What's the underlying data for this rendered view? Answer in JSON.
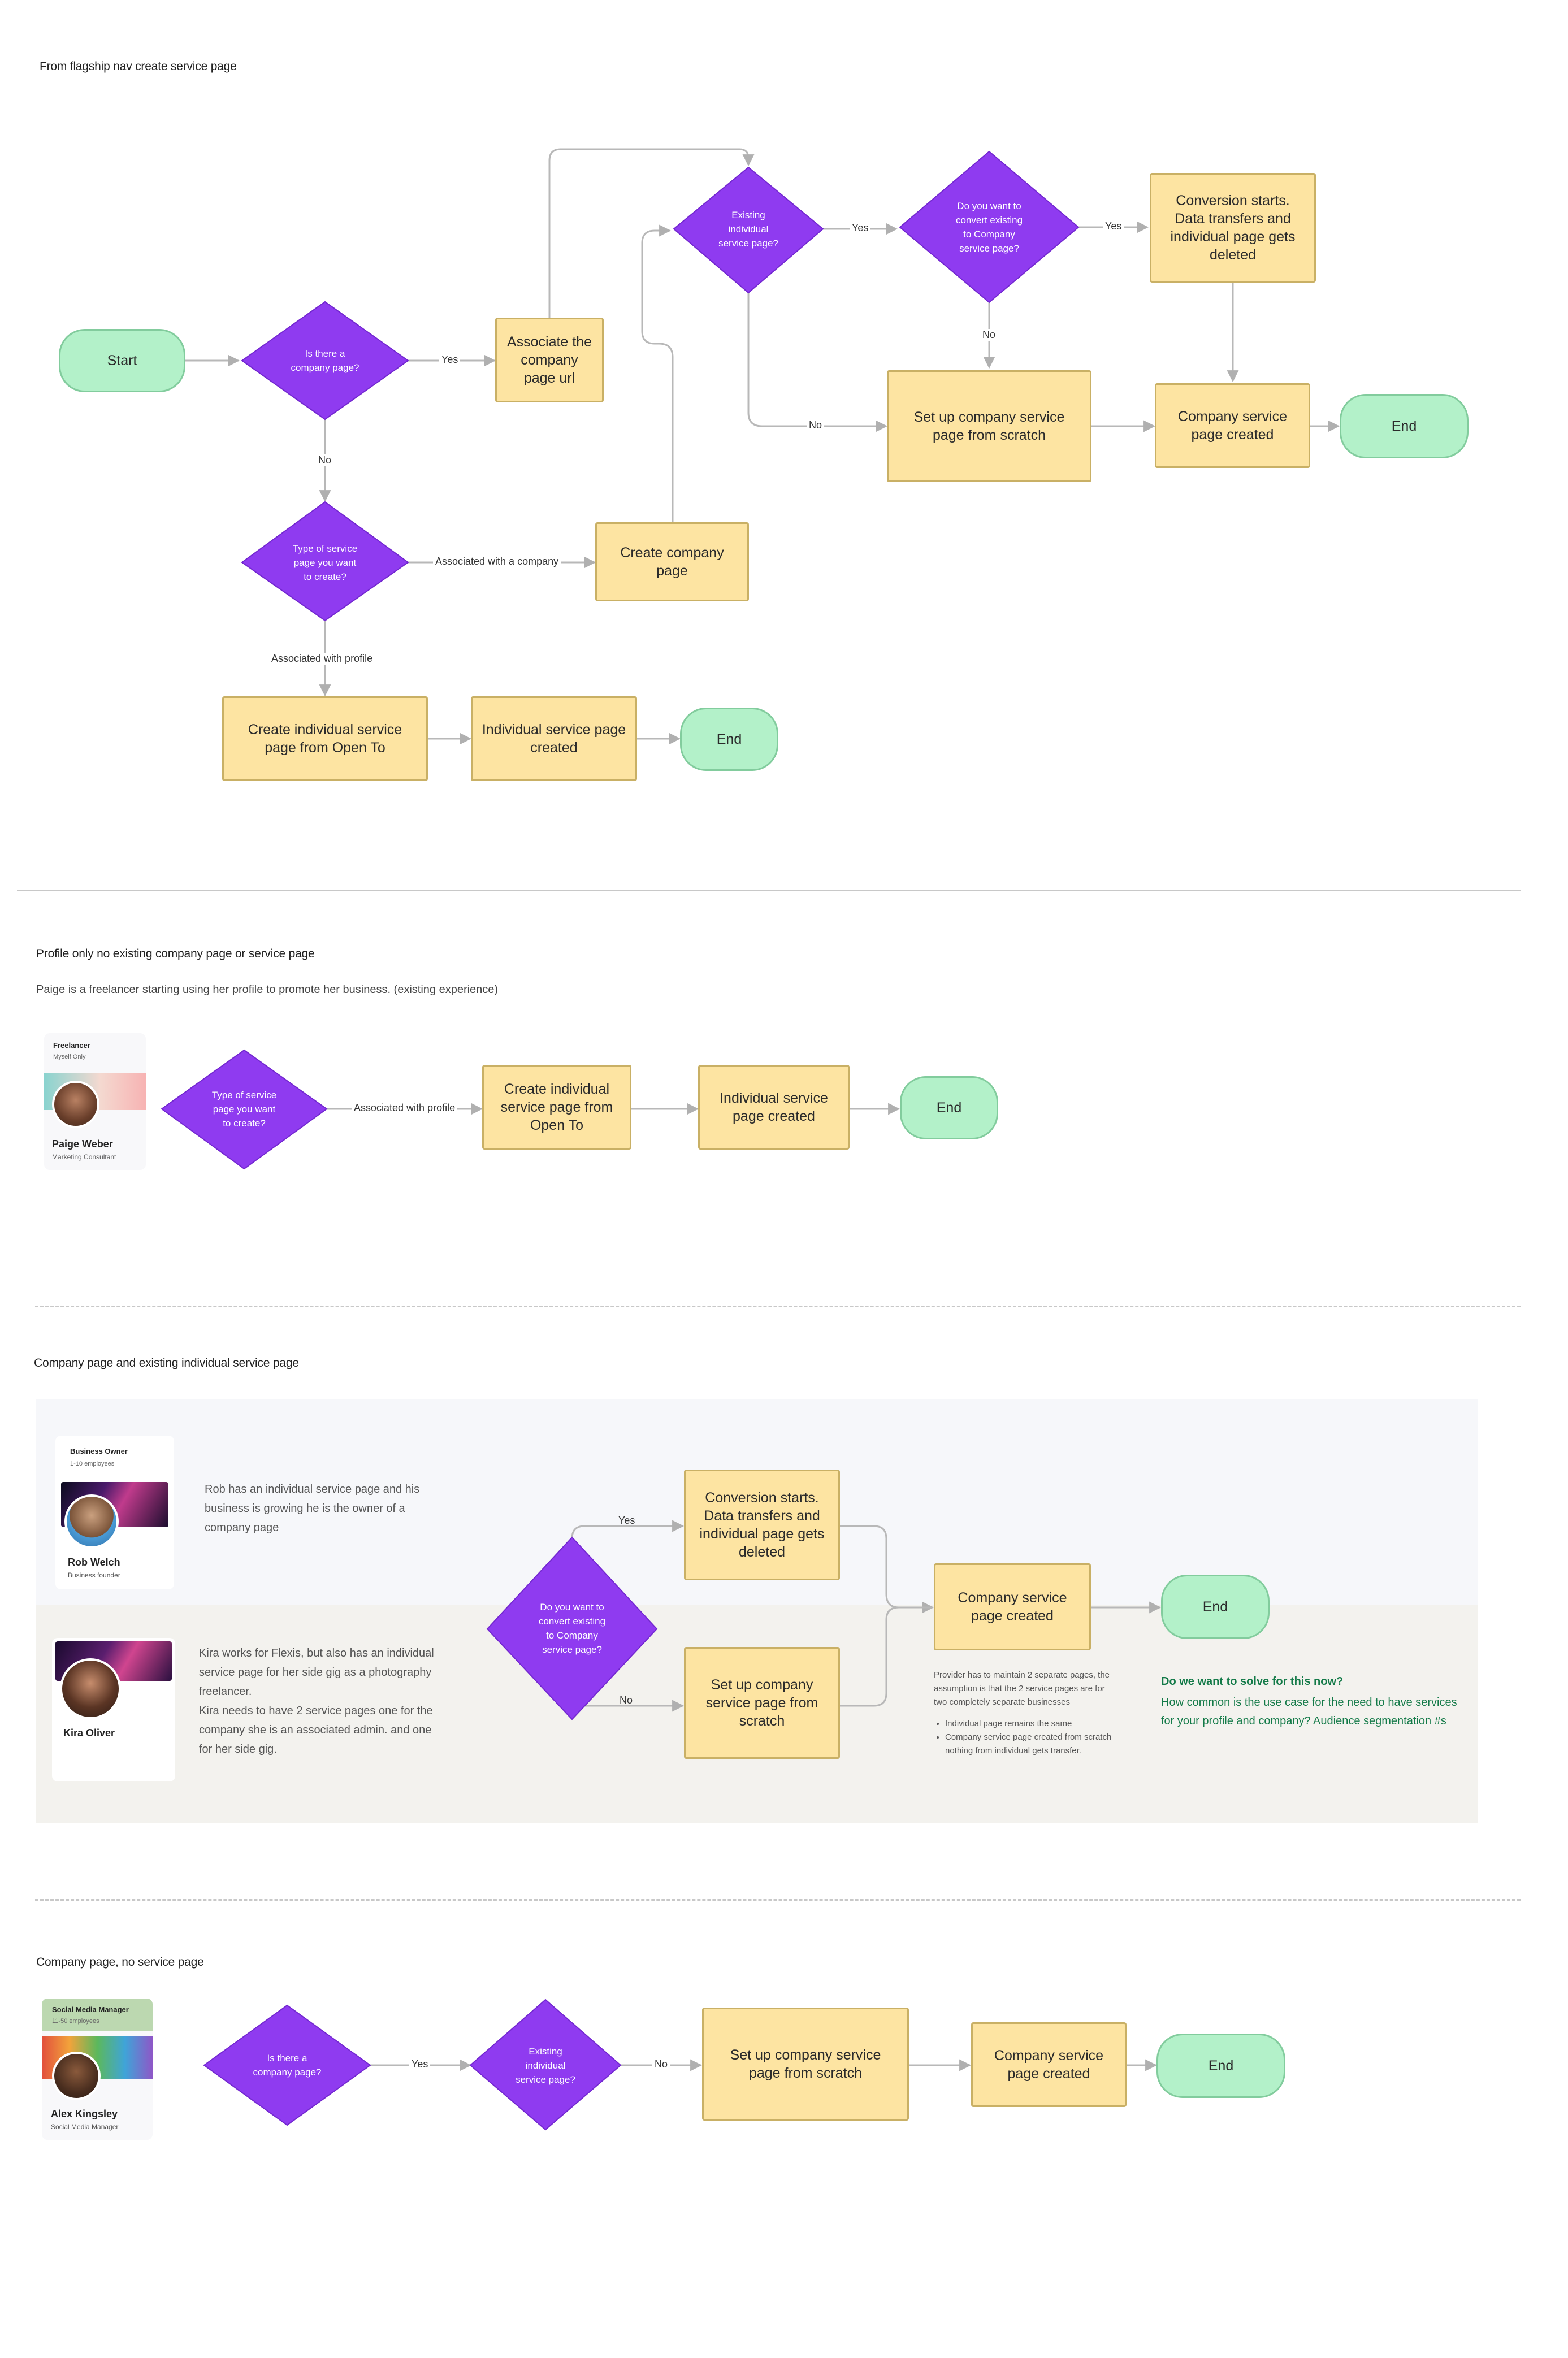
{
  "sections": {
    "s1": {
      "title": "From flagship nav create service page"
    },
    "s2": {
      "title": "Profile only no existing company page or service page",
      "subtitle": "Paige is a freelancer starting using her profile to promote her business. (existing experience)"
    },
    "s3": {
      "title": "Company page and existing individual service page"
    },
    "s4": {
      "title": "Company page,  no service page"
    }
  },
  "flow1": {
    "start": "Start",
    "q_company": "Is there a\ncompany page?",
    "yes1": "Yes",
    "assoc_url": "Associate the\ncompany\npage url",
    "no1": "No",
    "q_type": "Type of service\npage you want\nto create?",
    "assoc_company": "Associated with a company",
    "create_company": "Create company\npage",
    "assoc_profile": "Associated with profile",
    "create_individual": "Create individual service\npage from Open To",
    "individual_created": "Individual service page\ncreated",
    "end_bottom": "End",
    "q_existing": "Existing\nindividual\nservice page?",
    "yes2": "Yes",
    "q_convert": "Do you want to\nconvert existing\nto Company\nservice page?",
    "yes3": "Yes",
    "conversion": "Conversion starts.\nData transfers and\nindividual page gets\ndeleted",
    "no_convert": "No",
    "no_existing": "No",
    "setup_scratch": "Set up company service\npage from scratch",
    "company_created": "Company service\npage created",
    "end_top": "End"
  },
  "flow2": {
    "card": {
      "role": "Freelancer",
      "sub": "Myself Only",
      "name": "Paige Weber",
      "title": "Marketing Consultant"
    },
    "q_type": "Type of service\npage you want\nto create?",
    "assoc_profile": "Associated with profile",
    "create_individual": "Create individual\nservice page from\nOpen To",
    "individual_created": "Individual service\npage created",
    "end": "End"
  },
  "flow3": {
    "rob_card": {
      "role": "Business Owner",
      "sub": "1-10 employees",
      "name": "Rob Welch",
      "title": "Business founder"
    },
    "rob_text": "Rob has an individual service page and his\nbusiness is growing he is the owner of  a\ncompany page",
    "kira_card": {
      "name": "Kira Oliver"
    },
    "kira_text": "Kira works for Flexis, but also has an individual\nservice page for her side gig as a photography\nfreelancer.\nKira needs to have 2 service pages one for the\ncompany she is an associated admin. and one\nfor her side gig.",
    "q_convert": "Do you want to\nconvert existing\nto Company\nservice page?",
    "yes": "Yes",
    "no": "No",
    "conversion": "Conversion starts.\nData transfers and\nindividual page gets\ndeleted",
    "setup_scratch": "Set up company\nservice page from\nscratch",
    "company_created": "Company service\npage created",
    "end": "End",
    "note_text": "Provider has to maintain 2 separate pages, the assumption is that the 2 service pages are for two completely separate businesses",
    "note_bullets": [
      "Individual page remains the same",
      "Company service page created from scratch nothing from individual gets transfer."
    ],
    "question_title": "Do we want to solve for this now?",
    "question_body": "How common is the use case for the need to have services for your profile and company? Audience segmentation #s"
  },
  "flow4": {
    "card": {
      "role": "Social Media Manager",
      "sub": "11-50 employees",
      "name": "Alex Kingsley",
      "title": "Social Media Manager"
    },
    "q_company": "Is there a\ncompany page?",
    "yes": "Yes",
    "q_existing": "Existing\nindividual\nservice page?",
    "no": "No",
    "setup_scratch": "Set up company service\npage from scratch",
    "company_created": "Company service\npage created",
    "end": "End"
  },
  "colors": {
    "process": "#fde4a2",
    "decision": "#8f3bf0",
    "terminal": "#b3f1c9",
    "question_text": "#137a48"
  }
}
